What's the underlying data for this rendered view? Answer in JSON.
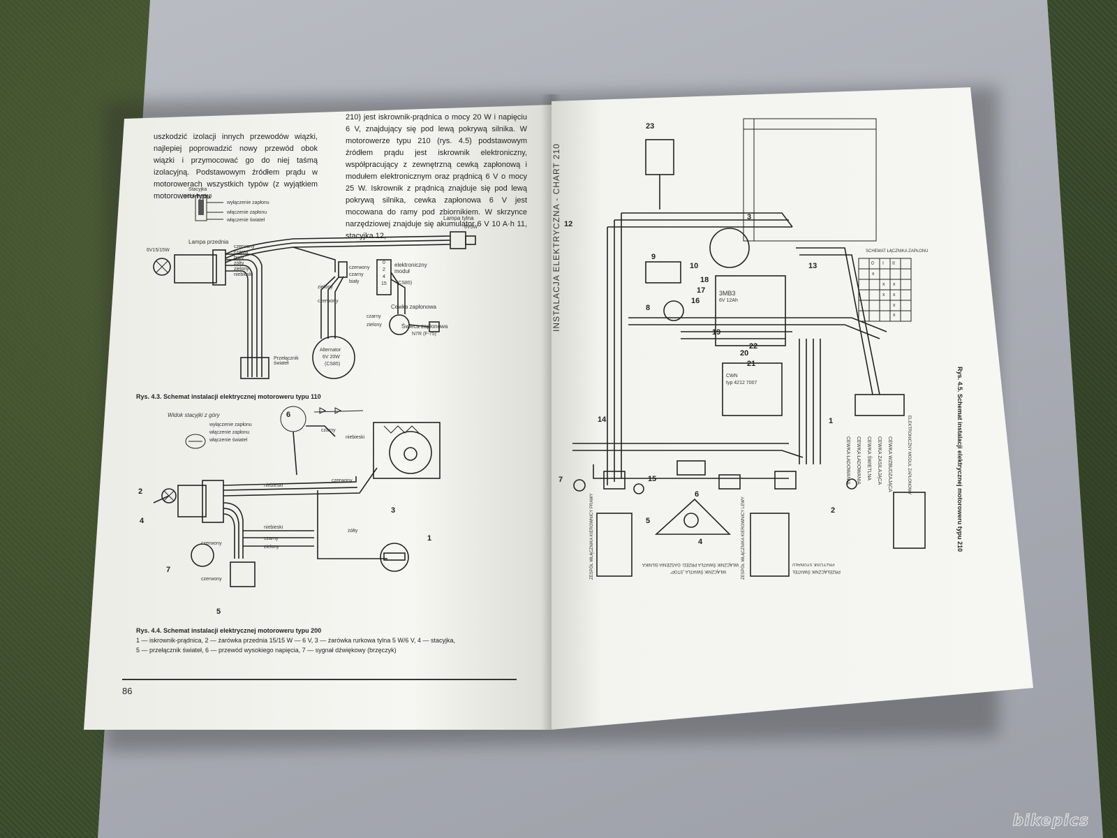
{
  "left_page": {
    "text_col1": "uszkodzić izolacji innych przewodów wiązki, najlepiej poprowadzić nowy przewód obok wiązki i przymocować go do niej taśmą izolacyjną. Podstawowym źródłem prądu w motorowerach wszystkich typów (z wyjątkiem motoroweru typu",
    "text_col2": "210) jest iskrownik-prądnica o mocy 20 W i napięciu 6 V, znajdujący się pod lewą pokrywą silnika. W motorowerze typu 210 (rys. 4.5) podstawowym źródłem prądu jest iskrownik elektroniczny, współpracujący z zewnętrzną cewką zapłonową i modułem elektronicznym oraz prądnicą 6 V o mocy 25 W. Iskrownik z prądnicą znajduje się pod lewą pokrywą silnika, cewka zapłonowa 6 V jest mocowana do ramy pod zbiornikiem. W skrzynce narzędziowej znajduje się akumulator 6 V 10 A·h 11, stacyjka 12,",
    "fig43": {
      "caption": "Rys. 4.3. Schemat instalacji elektrycznej motoroweru typu 110",
      "labels": {
        "stacyjka": "Stacyjka",
        "widok": "(widok z góry)",
        "wyl_zaplonu": "wyłączenie zapłonu",
        "wl_zaplonu": "włączenie zapłonu",
        "wl_swiatel": "włączenie świateł",
        "lampa_przednia": "Lampa przednia",
        "lampa_tylna": "Lampa tylna",
        "bulb_front": "6V15/15W",
        "bulb_rear": "6V5W",
        "modul": "elektroniczny moduł",
        "modul_code": "(CS85)",
        "cewka": "Cewka zapłonowa",
        "swieca": "Świeca zapłonowa",
        "swieca_code": "N7R (F-75)",
        "alternator": "Alternator",
        "alt_spec": "6V 20W",
        "alt_code": "(CS85)",
        "przelacznik": "Przełącznik świateł",
        "czerwony": "czerwony",
        "czarny": "czarny",
        "bialy": "biały",
        "zolty": "żółty",
        "zielony": "zielony",
        "niebieski": "niebieski",
        "mod_pins": [
          "0",
          "2",
          "4",
          "15"
        ]
      }
    },
    "fig44": {
      "caption_title": "Rys. 4.4. Schemat instalacji elektrycznej motoroweru typu 200",
      "caption_line1": "1 — iskrownik-prądnica, 2 — żarówka przednia 15/15 W — 6 V, 3 — żarówka rurkowa tylna 5 W/6 V, 4 — stacyjka,",
      "caption_line2": "5 — przełącznik świateł, 6 — przewód wysokiego napięcia, 7 — sygnał dźwiękowy (brzęczyk)",
      "widok": "Widok stacyjki z góry",
      "wyl": "wyłączenie zapłonu",
      "wl": "włączenie zapłonu",
      "swiatla": "włączenie świateł",
      "niebieski": "niebieski",
      "czarny": "czarny",
      "zielony": "zielony",
      "zolty": "żółty",
      "czerwony": "czerwony",
      "nums": [
        "1",
        "2",
        "3",
        "4",
        "5",
        "6",
        "7"
      ]
    },
    "page_number": "86"
  },
  "right_page": {
    "vertical_title": "INSTALACJA ELEKTRYCZNA - CHART 210",
    "caption": "Rys. 4.5. Schemat instalacji elektrycznej motoroweru typu 210",
    "bottom_labels": {
      "zespol_prawy": "ZESPÓŁ WŁĄCZNIKA KIEROWNICY PRAWY",
      "stop": "WŁĄCZNIK ŚWIATŁA „STOP”",
      "bagnik": "WŁĄCZNIK ŚWIATŁA PRZED. GASZENIA SILNIKA",
      "zespol_lewy": "ZESPÓŁ WŁĄCZNIKA KIEROWNICY LEWY",
      "swiatla": "PRZEŁĄCZNIK ŚWIATEŁ",
      "sygnal": "PRZYCISK SYGNAŁU"
    },
    "coils": [
      "CEWKA ŁADOWANIA",
      "CEWKA ŁADOWANIA",
      "CEWKA ŚWIETLNA",
      "CEWKA ZASILAJĄCA",
      "CEWKA WZBUDZAJĄCA"
    ],
    "module_label": "ELEKTRONICZNY MODUŁ ZAPŁONOWY",
    "battery": "3MB3",
    "battery_spec": "6V 12Ah",
    "coil_label": "CWN",
    "coil_code": "typ 4212 7007",
    "nums": [
      "1",
      "2",
      "3",
      "4",
      "5",
      "6",
      "7",
      "8",
      "9",
      "10",
      "12",
      "13",
      "14",
      "15",
      "16",
      "17",
      "18",
      "19",
      "20",
      "21",
      "22",
      "23"
    ],
    "switch_table": {
      "title": "SCHEMAT ŁĄCZNIKA ZAPŁONU",
      "headers": [
        "0",
        "I",
        "II"
      ],
      "rows": [
        [
          "x",
          "",
          ""
        ],
        [
          "",
          "x",
          "x"
        ],
        [
          "",
          "x",
          "x"
        ],
        [
          "",
          "",
          "x"
        ],
        [
          "",
          "",
          "x"
        ]
      ]
    }
  },
  "watermark": "bikepics"
}
